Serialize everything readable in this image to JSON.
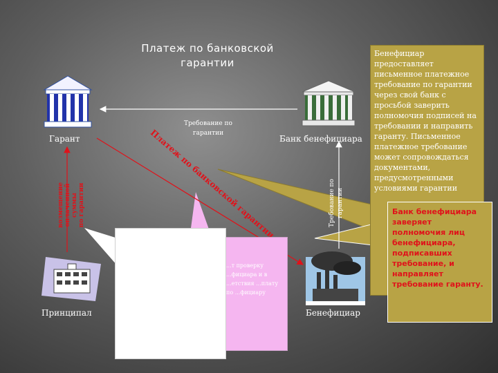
{
  "title": "Платеж по банковской\nгарантии",
  "nodes": {
    "guarantor": "Гарант",
    "beneficiary_bank": "Банк бенефициара",
    "principal": "Принципал",
    "beneficiary": "Бенефициар"
  },
  "arrows": {
    "guarantee_claim": "Требование по\nгарантии",
    "payment_diagonal": "Платеж по банковской гарантии",
    "reimbursement": "возмещение\nоплаченной суммы\nпо гарантии",
    "claim_vertical": "Требование по\nгарантии"
  },
  "callouts": {
    "beneficiary_text": "Бенефициар предоставляет письменное платежное требование по гарантии через свой банк с просьбой заверить полномочия подписей на требовании и направить гаранту. Письменное платежное требование может сопровождаться документами, предусмотренными условиями гарантии",
    "bank_text": "Банк бенефициара заверяет полномочия лиц бенефициара, подписавших требование, и направляет требование гаранту.",
    "pink_text": "...т проверку ...фициара и в ...етствия ...плату по ...фициару"
  },
  "colors": {
    "callout_gold": "#b8a345",
    "arrow_red": "#e0121a",
    "pink": "#f5b6f0"
  }
}
